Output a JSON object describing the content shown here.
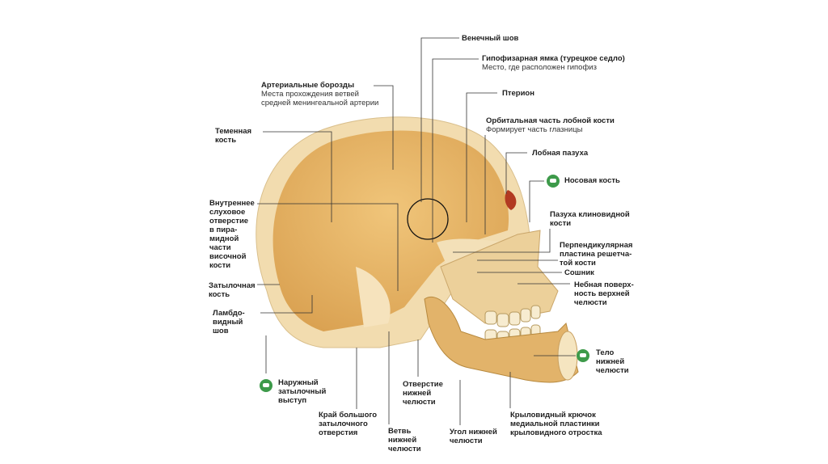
{
  "labels": {
    "coronal_suture": "Венечный шов",
    "hypophyseal_fossa": {
      "title": "Гипофизарная ямка (турецкое седло)",
      "sub": "Место, где расположен гипофиз"
    },
    "arterial_grooves": {
      "title": "Артериальные борозды",
      "sub": "Места прохождения ветвей\nсредней менингеальной артерии"
    },
    "pterion": "Птерион",
    "parietal_bone": "Теменная\nкость",
    "orbital_part": {
      "title": "Орбитальная часть лобной кости",
      "sub": "Формирует часть глазницы"
    },
    "frontal_sinus": "Лобная пазуха",
    "nasal_bone": "Носовая кость",
    "sphenoid_sinus": "Пазуха клиновидной\nкости",
    "perpendicular_plate": "Перпендикулярная\nпластина решетча-\nтой кости",
    "vomer": "Сошник",
    "palatine_surface": "Небная поверх-\nность верхней\nчелюсти",
    "mandible_body": "Тело\nнижней\nчелюсти",
    "internal_acoustic": "Внутреннее\nслуховое\nотверстие\nв пира-\nмидной\nчасти\nвисочной\nкости",
    "occipital_bone": "Затылочная\nкость",
    "lambdoid_suture": "Ламбдо-\nвидный\nшов",
    "external_occipital": "Наружный\nзатылочный\nвыступ",
    "foramen_magnum_edge": "Край большого\nзатылочного\nотверстия",
    "mandible_ramus": "Ветвь\nнижней\nчелюсти",
    "mandibular_foramen": "Отверстие\nнижней\nчелюсти",
    "mandible_angle": "Угол нижней\nчелюсти",
    "pterygoid_hamulus": "Крыловидный крючок\nмедиальной пластинки\nкрыловидного отростка"
  },
  "colors": {
    "bone": "#f1d9a8",
    "cavity": "#e9b868",
    "icon": "#3d9a4a"
  }
}
